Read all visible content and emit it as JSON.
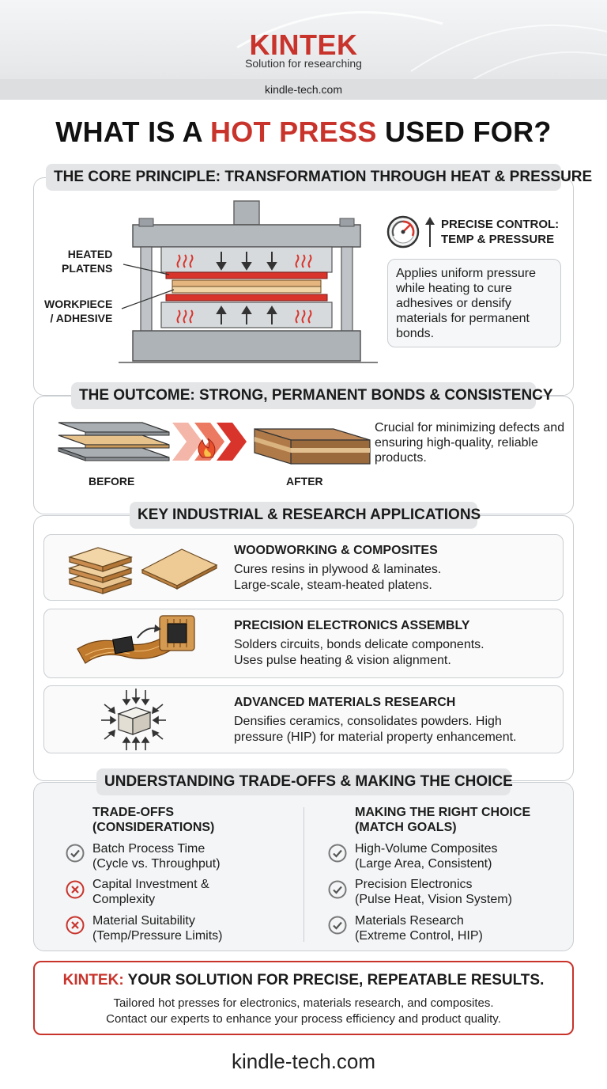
{
  "header": {
    "brand": "KINTEK",
    "tagline": "Solution for researching",
    "site": "kindle-tech.com"
  },
  "title": {
    "pre": "WHAT IS A ",
    "accent": "HOT PRESS",
    "post": " USED FOR?"
  },
  "core": {
    "label": "THE CORE PRINCIPLE: TRANSFORMATION THROUGH HEAT & PRESSURE",
    "platens_line1": "HEATED",
    "platens_line2": "PLATENS",
    "work_line1": "WORKPIECE",
    "work_line2": "/ ADHESIVE",
    "precise_line1": "PRECISE CONTROL:",
    "precise_line2": "TEMP & PRESSURE",
    "callout": "Applies uniform pressure while heating to cure adhesives or densify materials for permanent bonds."
  },
  "outcome": {
    "label": "THE OUTCOME: STRONG, PERMANENT BONDS & CONSISTENCY",
    "before": "BEFORE",
    "after": "AFTER",
    "text": "Crucial for minimizing defects and ensuring high-quality, reliable products."
  },
  "applications": {
    "label": "KEY INDUSTRIAL & RESEARCH APPLICATIONS",
    "items": [
      {
        "title": "WOODWORKING & COMPOSITES",
        "line1": "Cures resins in plywood & laminates.",
        "line2": "Large-scale, steam-heated platens.",
        "icon": "plywood-icon"
      },
      {
        "title": "PRECISION ELECTRONICS ASSEMBLY",
        "line1": "Solders circuits, bonds delicate components.",
        "line2": "Uses pulse heating & vision alignment.",
        "icon": "chip-icon"
      },
      {
        "title": "ADVANCED MATERIALS RESEARCH",
        "line1": "Densifies ceramics, consolidates powders. High",
        "line2": "pressure (HIP) for material property enhancement.",
        "icon": "cube-pressure-icon"
      }
    ]
  },
  "tradeoffs": {
    "label": "UNDERSTANDING TRADE-OFFS & MAKING THE CHOICE",
    "left": {
      "head1": "TRADE-OFFS",
      "head2": "(CONSIDERATIONS)",
      "items": [
        {
          "line1": "Batch Process Time",
          "line2": "(Cycle vs. Throughput)",
          "icon": "check-icon"
        },
        {
          "line1": "Capital Investment &",
          "line2": "Complexity",
          "icon": "x-icon"
        },
        {
          "line1": "Material Suitability",
          "line2": "(Temp/Pressure Limits)",
          "icon": "x-icon"
        }
      ]
    },
    "right": {
      "head1": "MAKING THE RIGHT CHOICE",
      "head2": "(MATCH GOALS)",
      "items": [
        {
          "line1": "High-Volume Composites",
          "line2": "(Large Area, Consistent)",
          "icon": "check-icon"
        },
        {
          "line1": "Precision Electronics",
          "line2": "(Pulse Heat, Vision System)",
          "icon": "check-icon"
        },
        {
          "line1": "Materials Research",
          "line2": "(Extreme Control, HIP)",
          "icon": "check-icon"
        }
      ]
    }
  },
  "cta": {
    "brand": "KINTEK:",
    "title": " YOUR SOLUTION FOR PRECISE, REPEATABLE RESULTS.",
    "line1": "Tailored hot presses for electronics, materials research, and composites.",
    "line2": "Contact our experts to enhance your process efficiency and product quality."
  },
  "footer": {
    "site": "kindle-tech.com"
  },
  "colors": {
    "accent": "#c8332b",
    "heat": "#d9342b",
    "panel_border": "#c9cdd1"
  }
}
